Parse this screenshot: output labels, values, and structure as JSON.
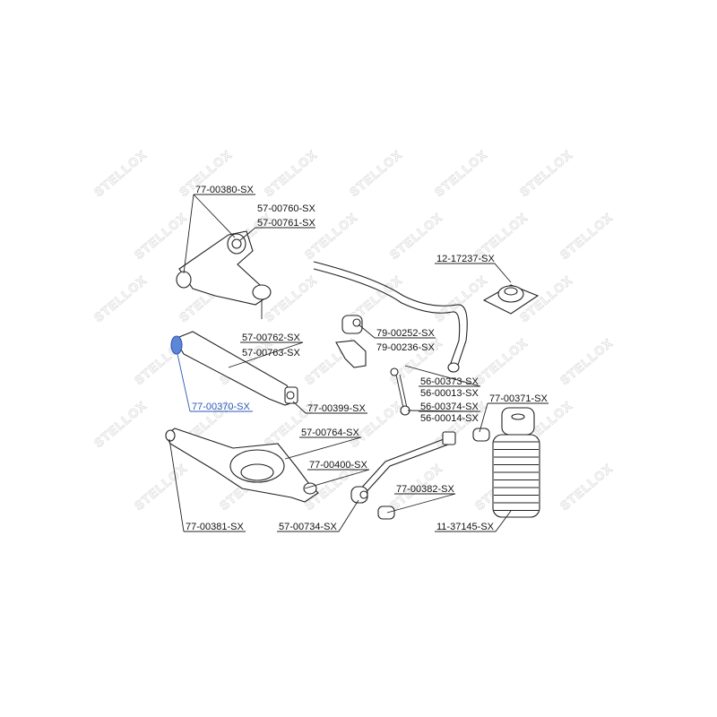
{
  "watermark": {
    "text": "STELLOX"
  },
  "colors": {
    "highlight": "#2a5ab8",
    "line": "#222222"
  },
  "labels": {
    "upper_arm": "77-00380-SX",
    "upper_arm_bush_a": "57-00760-SX",
    "upper_arm_bush_b": "57-00761-SX",
    "strut_mount": "12-17237-SX",
    "stab_bush_a": "79-00252-SX",
    "stab_bush_b": "79-00236-SX",
    "trailing_arm_a": "57-00762-SX",
    "trailing_arm_b": "57-00763-SX",
    "link_a": "56-00373-SX",
    "link_b": "56-00013-SX",
    "link_c": "56-00374-SX",
    "link_d": "56-00014-SX",
    "bush_371": "77-00371-SX",
    "bush_370": "77-00370-SX",
    "bush_399": "77-00399-SX",
    "lower_arm": "57-00764-SX",
    "bush_400": "77-00400-SX",
    "bush_382": "77-00382-SX",
    "boot": "11-37145-SX",
    "bush_381": "77-00381-SX",
    "rod": "57-00734-SX"
  }
}
